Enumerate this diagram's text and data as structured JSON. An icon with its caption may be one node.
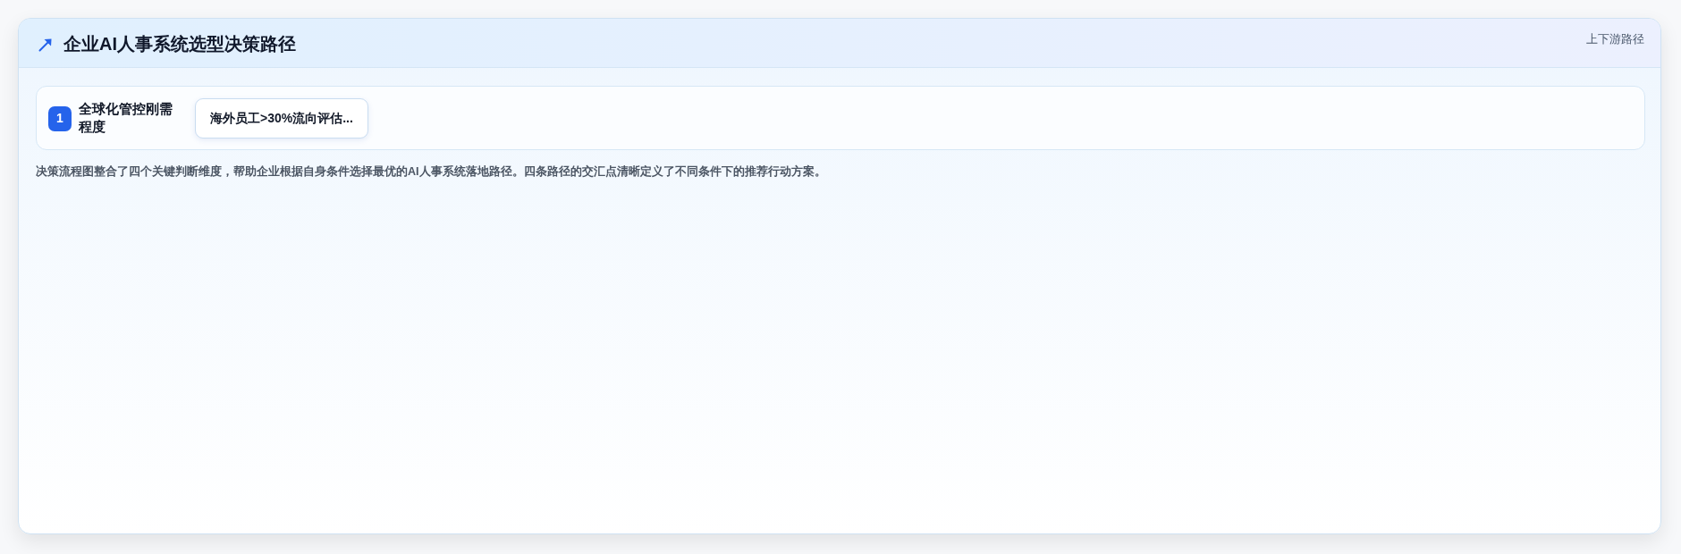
{
  "diagram": {
    "title": "企业AI人事系统选型决策路径",
    "caption": "决策流程图整合了四个关键判断维度，帮助企业根据自身条件选择最优的AI人事系统落地路径。四条路径的交汇点清晰定义了不同条件下的推荐行动方案。",
    "nodes": [
      {
        "text": [
          "全球化管控刚需程度"
        ]
      },
      {
        "text": [
          "1"
        ],
        "in": 0
      },
      {
        "text": [
          "海外员工>30%流向评估..."
        ],
        "in": 0
      }
    ],
    "labels": [
      "上下游路径"
    ]
  }
}
